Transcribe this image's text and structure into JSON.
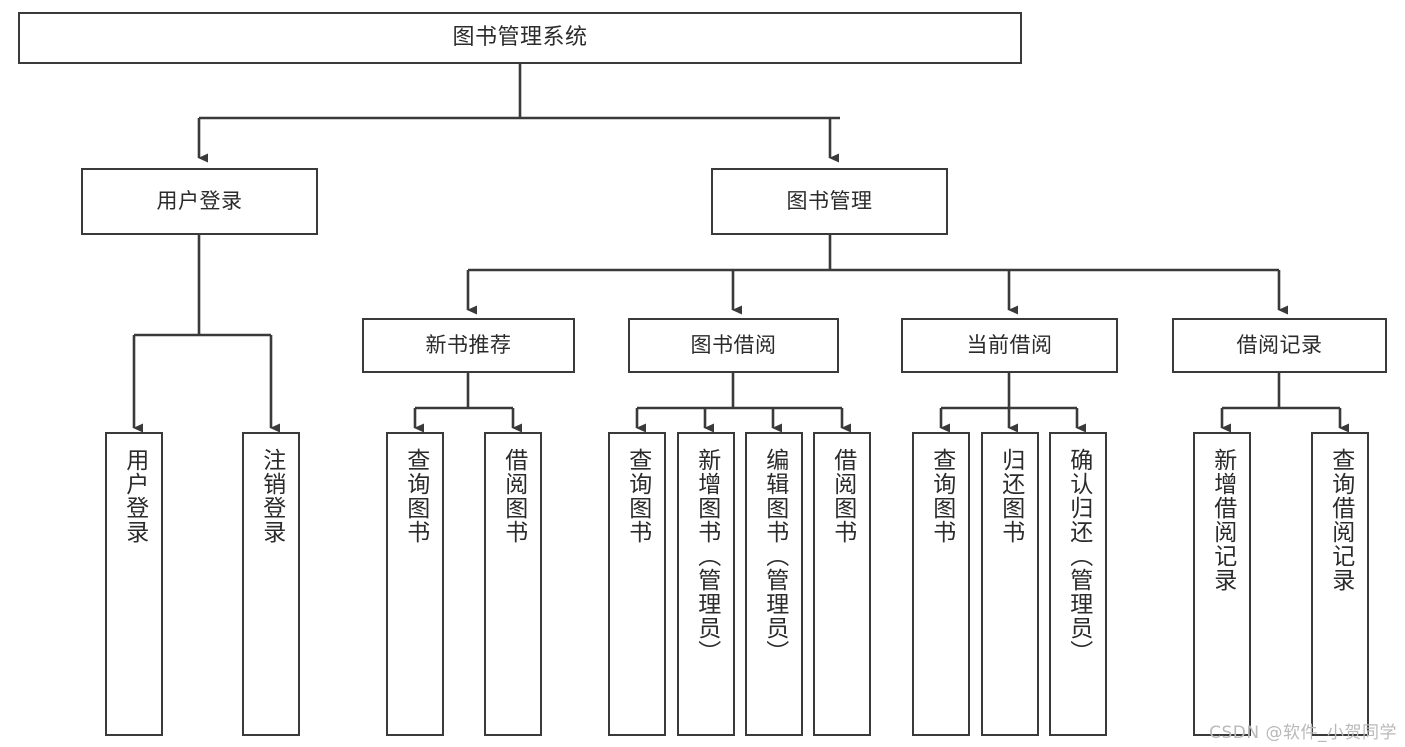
{
  "diagram": {
    "type": "tree-hierarchy-chart",
    "title": "图书管理系统",
    "stroke_color": "#3a3a3a",
    "text_color": "#2b2b2b",
    "background_color": "#ffffff",
    "watermark": "CSDN @软件_小贺同学"
  },
  "nodes": {
    "root": {
      "label": "图书管理系统",
      "level": 1
    },
    "level2": [
      {
        "id": "user-login",
        "label": "用户登录"
      },
      {
        "id": "book-manage",
        "label": "图书管理"
      }
    ],
    "level3": [
      {
        "id": "new-book-recommend",
        "label": "新书推荐"
      },
      {
        "id": "book-borrow",
        "label": "图书借阅"
      },
      {
        "id": "current-borrow",
        "label": "当前借阅"
      },
      {
        "id": "borrow-record",
        "label": "借阅记录"
      }
    ],
    "leaves": {
      "user-login": [
        {
          "id": "leaf-user-login",
          "label": "用户登录"
        },
        {
          "id": "leaf-logout-login",
          "label": "注销登录"
        }
      ],
      "new-book-recommend": [
        {
          "id": "leaf-query-book-1",
          "label": "查询图书"
        },
        {
          "id": "leaf-borrow-book-1",
          "label": "借阅图书"
        }
      ],
      "book-borrow": [
        {
          "id": "leaf-query-book-2",
          "label": "查询图书"
        },
        {
          "id": "leaf-add-book",
          "label": "新增图书（管理员）"
        },
        {
          "id": "leaf-edit-book",
          "label": "编辑图书（管理员）"
        },
        {
          "id": "leaf-borrow-book-2",
          "label": "借阅图书"
        }
      ],
      "current-borrow": [
        {
          "id": "leaf-query-book-3",
          "label": "查询图书"
        },
        {
          "id": "leaf-return-book",
          "label": "归还图书"
        },
        {
          "id": "leaf-confirm-return",
          "label": "确认归还（管理员）"
        }
      ],
      "borrow-record": [
        {
          "id": "leaf-add-record",
          "label": "新增借阅记录"
        },
        {
          "id": "leaf-query-record",
          "label": "查询借阅记录"
        }
      ]
    }
  }
}
